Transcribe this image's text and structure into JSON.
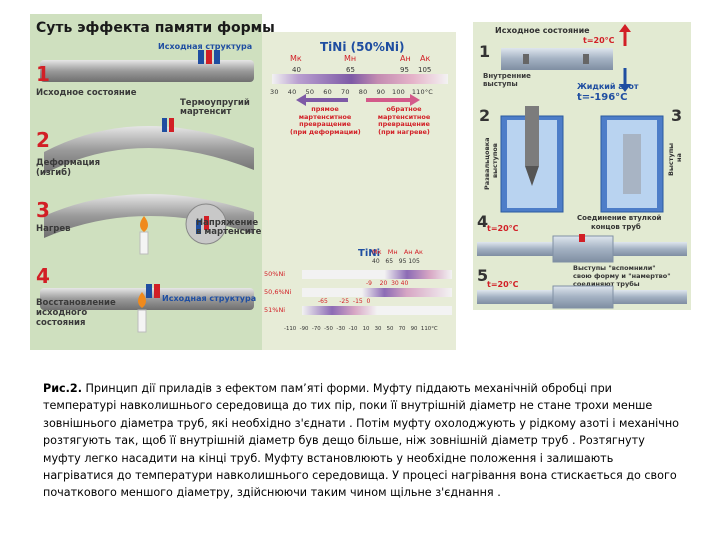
{
  "left_panel": {
    "title": "Суть эффекта памяти формы",
    "label_initial_structure_top": "Исходная структура",
    "step1_number": "1",
    "step1_label": "Исходное состояние",
    "thermo_label_line1": "Термоупругий",
    "thermo_label_line2": "мартенсит",
    "step2_number": "2",
    "step2_label_line1": "Деформация",
    "step2_label_line2": "(изгиб)",
    "step3_number": "3",
    "step3_label": "Нагрев",
    "stress_label_line1": "Напряжение",
    "stress_label_line2": "в мартенсите",
    "step4_number": "4",
    "step4_label_line1": "Восстановление",
    "step4_label_line2": "исходного",
    "step4_label_line3": "состояния",
    "label_initial_structure_bottom": "Исходная структура"
  },
  "mid_panel": {
    "title": "TiNi (50%Ni)",
    "temp_labels": [
      "Mк",
      "Mн",
      "Ан",
      "Ак"
    ],
    "temp_values": [
      "40",
      "65",
      "95",
      "105"
    ],
    "scale_ticks": [
      "30",
      "40",
      "50",
      "60",
      "70",
      "80",
      "90",
      "100",
      "110°С"
    ],
    "direct_line1": "прямое",
    "direct_line2": "мартенситное",
    "direct_line3": "превращение",
    "direct_line4": "(при деформации)",
    "reverse_line1": "обратное",
    "reverse_line2": "мартенситное",
    "reverse_line3": "превращение",
    "reverse_line4": "(при нагреве)",
    "bottom_title": "TiNi",
    "bottom_temp_labels": [
      "Mк",
      "Mн",
      "Ан",
      "Ак"
    ],
    "bottom_temp_values": [
      "40",
      "65",
      "95",
      "105"
    ],
    "row_labels": [
      "50%Ni",
      "50,6%Ni",
      "51%Ni"
    ],
    "row2_values": [
      "-9",
      "20",
      "30",
      "40"
    ],
    "row3_values": [
      "-65",
      "-25",
      "-15",
      "0"
    ],
    "bottom_ticks": [
      "-110",
      "-90",
      "-70",
      "-50",
      "-30",
      "-10",
      "10",
      "30",
      "50",
      "70",
      "90",
      "110°С"
    ]
  },
  "right_panel": {
    "header": "Исходное состояние",
    "t1": "t=20°С",
    "step1": "1",
    "inner_line1": "Внутренние",
    "inner_line2": "выступы",
    "nitrogen_line1": "Жидкий азот",
    "nitrogen_line2": "t=-196°С",
    "step2": "2",
    "step3": "3",
    "expand_line1": "Развальцовка",
    "expand_line2": "выступов",
    "removed_line1": "Выступы",
    "removed_line2": "на",
    "step4": "4",
    "t4": "t=20°С",
    "join_line1": "Соединение втулкой",
    "join_line2": "концов труб",
    "step5": "5",
    "t5": "t=20°С",
    "memory_line1": "Выступы \"вспомнили\"",
    "memory_line2": "свою форму и \"намертво\"",
    "memory_line3": "соединяют трубы"
  },
  "caption": {
    "label": "Рис.2.",
    "text": " Принцип дії приладів з ефектом пам’яті форми. Муфту піддають механічній обробці при температурі навколишнього середовища до тих пір, поки її внутрішній діаметр не стане трохи менше зовнішнього діаметра труб, які необхідно з'єднати . Потім муфту охолоджують у рідкому азоті і механічно розтягують так, щоб її внутрішній діаметр був дещо більше, ніж зовнішній діаметр труб . Розтягнуту муфту легко насадити на кінці труб. Муфту встановлюють у необхідне положення і залишають нагріватися до температури навколишнього середовища. У процесі нагрівання вона стискається до свого початкового меншого діаметру, здійснюючи таким чином щільне з'єднання ."
  },
  "colors": {
    "left_bg": "#cfe0bf",
    "mid_bg": "#e7ecd7",
    "right_bg": "#e2ead2",
    "accent_red": "#d21f26",
    "accent_blue": "#1f4ea1"
  }
}
